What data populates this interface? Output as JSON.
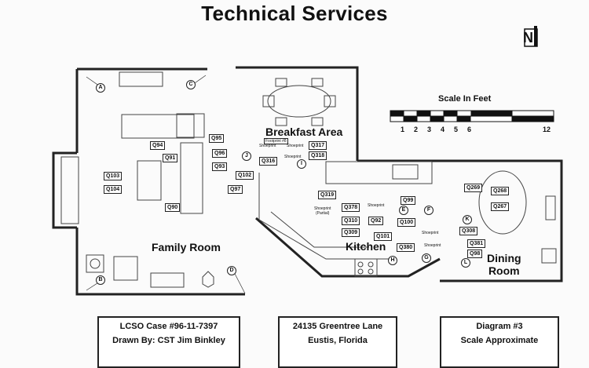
{
  "header": {
    "title": "Technical Services"
  },
  "north_label": "N",
  "rooms": {
    "family_room": "Family Room",
    "breakfast_area": "Breakfast Area",
    "kitchen": "Kitchen",
    "dining_room": [
      "Dining",
      "Room"
    ]
  },
  "markers": [
    "A",
    "B",
    "C",
    "D",
    "E",
    "F",
    "G",
    "H",
    "I",
    "J",
    "K",
    "L"
  ],
  "evidence": [
    "Q95",
    "Q94",
    "Q96",
    "Q91",
    "Q93",
    "Q97",
    "Q90",
    "Q103",
    "Q104",
    "Q102",
    "Q316",
    "Q317",
    "Q318",
    "Q319",
    "Q378",
    "Q310",
    "Q309",
    "Q99",
    "Q92",
    "Q100",
    "Q101",
    "Q308",
    "Q380",
    "Q381",
    "Q98",
    "Q269",
    "Q268",
    "Q267"
  ],
  "notes": {
    "footprint": "Footprint #8",
    "shoeprint": "Shoeprint",
    "shoeprint_partial": "(Partial)"
  },
  "scale": {
    "title": "Scale In Feet",
    "ticks": [
      "1",
      "2",
      "3",
      "4",
      "5",
      "6",
      "12"
    ]
  },
  "footer": {
    "case": [
      "LCSO Case #96-11-7397",
      "Drawn By: CST Jim Binkley"
    ],
    "address": [
      "24135 Greentree Lane",
      "Eustis, Florida"
    ],
    "diagram": [
      "Diagram #3",
      "Scale Approximate"
    ]
  }
}
